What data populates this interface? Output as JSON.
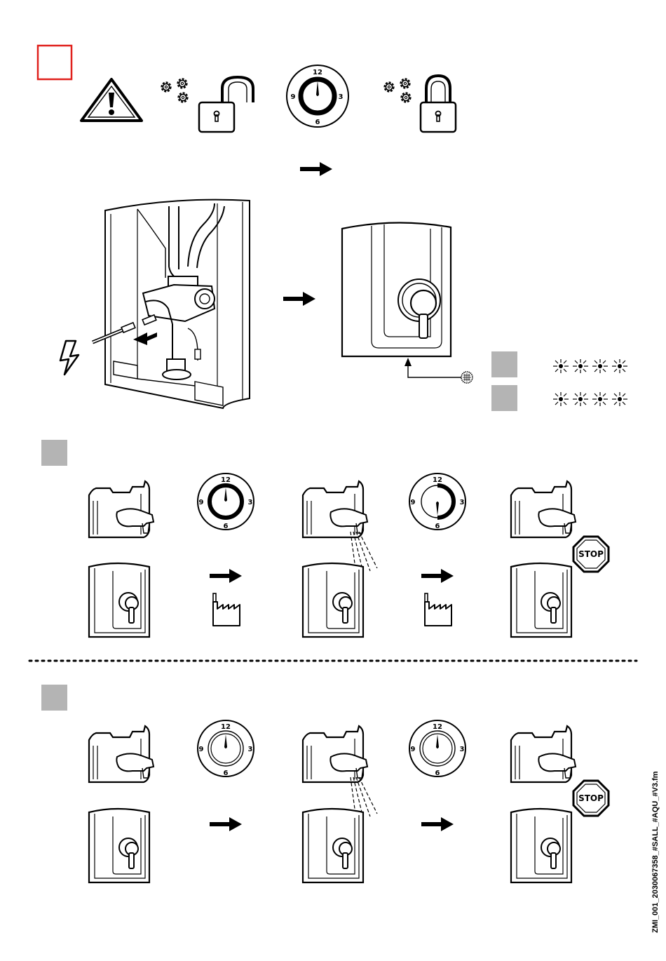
{
  "doc_code": "ZMI_001_2030067358_#SALL_#AQU_#V3.fm",
  "dial": {
    "n12": "12",
    "n3": "3",
    "n6": "6",
    "n9": "9"
  },
  "stop_label": "STOP",
  "colors": {
    "red_marker": "#e0201c",
    "grey_box": "#b4b4b4",
    "ink": "#000000"
  },
  "icons": [
    "warning-triangle-icon",
    "gears-icon",
    "unlocked-padlock-icon",
    "timer-dial-icon",
    "locked-padlock-icon",
    "lightning-bolt-icon",
    "filter-screen-icon",
    "led-blink-icon",
    "factory-icon",
    "stop-sign-icon",
    "arrow-right-icon"
  ]
}
